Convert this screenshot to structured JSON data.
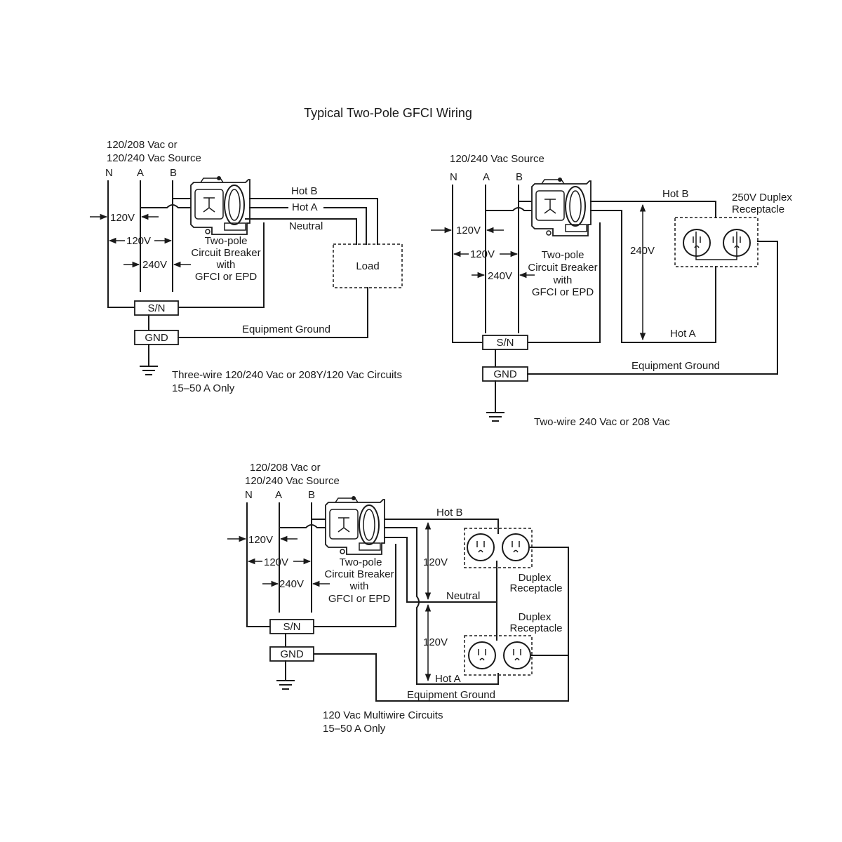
{
  "title": "Typical Two-Pole GFCI Wiring",
  "diagram_1": {
    "source_line1": "120/208 Vac or",
    "source_line2": "120/240 Vac Source",
    "terminal_n": "N",
    "terminal_a": "A",
    "terminal_b": "B",
    "hot_b": "Hot B",
    "hot_a": "Hot A",
    "neutral": "Neutral",
    "load": "Load",
    "v_na": "120V",
    "v_nb": "120V",
    "v_ab": "240V",
    "breaker_line1": "Two-pole",
    "breaker_line2": "Circuit Breaker",
    "breaker_line3": "with",
    "breaker_line4": "GFCI or EPD",
    "sn": "S/N",
    "gnd": "GND",
    "equipment_ground": "Equipment Ground",
    "caption_line1": "Three-wire 120/240 Vac or 208Y/120 Vac Circuits",
    "caption_line2": "15–50 A Only"
  },
  "diagram_2": {
    "source": "120/240 Vac Source",
    "terminal_n": "N",
    "terminal_a": "A",
    "terminal_b": "B",
    "hot_b": "Hot B",
    "hot_a": "Hot A",
    "receptacle_line1": "250V Duplex",
    "receptacle_line2": "Receptacle",
    "v_240_side": "240V",
    "v_na": "120V",
    "v_nb": "120V",
    "v_ab": "240V",
    "breaker_line1": "Two-pole",
    "breaker_line2": "Circuit Breaker",
    "breaker_line3": "with",
    "breaker_line4": "GFCI or EPD",
    "sn": "S/N",
    "gnd": "GND",
    "equipment_ground": "Equipment Ground",
    "caption": "Two-wire 240 Vac or 208 Vac"
  },
  "diagram_3": {
    "source_line1": "120/208 Vac or",
    "source_line2": "120/240 Vac Source",
    "terminal_n": "N",
    "terminal_a": "A",
    "terminal_b": "B",
    "hot_b": "Hot B",
    "hot_a": "Hot A",
    "neutral": "Neutral",
    "v_upper": "120V",
    "v_lower": "120V",
    "v_na": "120V",
    "v_nb": "120V",
    "v_ab": "240V",
    "breaker_line1": "Two-pole",
    "breaker_line2": "Circuit Breaker",
    "breaker_line3": "with",
    "breaker_line4": "GFCI or EPD",
    "receptacle1_line1": "Duplex",
    "receptacle1_line2": "Receptacle",
    "receptacle2_line1": "Duplex",
    "receptacle2_line2": "Receptacle",
    "sn": "S/N",
    "gnd": "GND",
    "equipment_ground": "Equipment Ground",
    "caption_line1": "120 Vac Multiwire Circuits",
    "caption_line2": "15–50 A Only"
  }
}
